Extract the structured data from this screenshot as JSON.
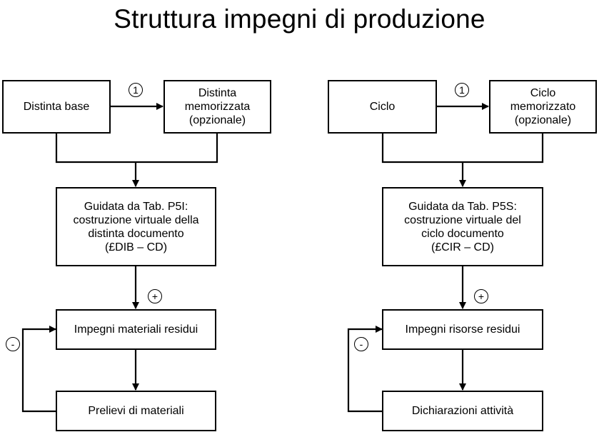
{
  "title": "Struttura impegni di produzione",
  "left": {
    "box_source": "Distinta base",
    "box_stored": "Distinta\nmemorizzata\n(opzionale)",
    "badge_optional": "1",
    "box_guided": "Guidata da Tab. P5I:\ncostruzione virtuale della\ndistinta documento\n(£DIB – CD)",
    "badge_plus": "+",
    "box_residual": "Impegni materiali residui",
    "badge_minus": "-",
    "box_consumption": "Prelievi di materiali"
  },
  "right": {
    "box_source": "Ciclo",
    "box_stored": "Ciclo\nmemorizzato\n(opzionale)",
    "badge_optional": "1",
    "box_guided": "Guidata da Tab. P5S:\ncostruzione virtuale del\nciclo documento\n(£CIR – CD)",
    "badge_plus": "+",
    "box_residual": "Impegni risorse residui",
    "badge_minus": "-",
    "box_consumption": "Dichiarazioni attività"
  }
}
